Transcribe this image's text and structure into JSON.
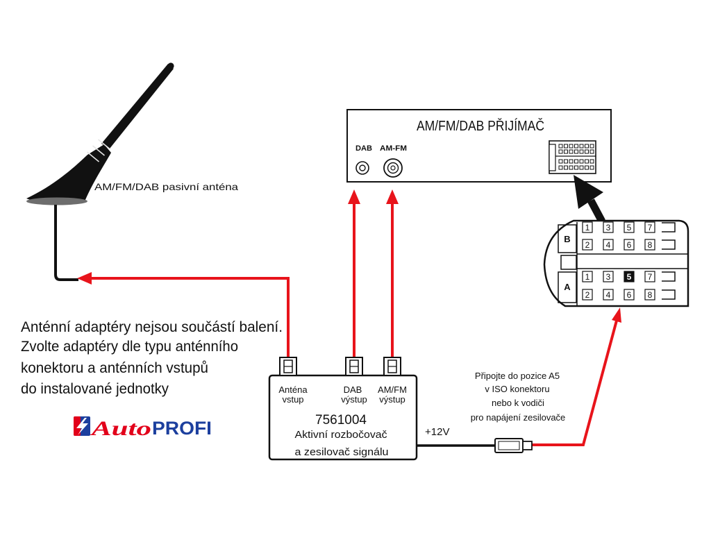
{
  "receiver": {
    "title": "AM/FM/DAB PŘIJÍMAČ",
    "dab_label": "DAB",
    "amfm_label": "AM-FM"
  },
  "antenna": {
    "label": "AM/FM/DAB pasivní anténa"
  },
  "note": {
    "lines": [
      "Anténní adaptéry nejsou součástí balení.",
      "Zvolte adaptéry dle typu anténního",
      "konektoru a anténních vstupů",
      "do instalované jednotky"
    ]
  },
  "logo": {
    "auto": "Auto",
    "profi": "PROFI"
  },
  "splitter": {
    "ports": [
      {
        "name": "Anténa",
        "role": "vstup"
      },
      {
        "name": "DAB",
        "role": "výstup"
      },
      {
        "name": "AM/FM",
        "role": "výstup"
      }
    ],
    "part_number": "7561004",
    "description": [
      "Aktivní rozbočovač",
      "a zesilovač signálu"
    ]
  },
  "power": {
    "label": "+12V",
    "instructions": [
      "Připojte do pozice A5",
      "v ISO konektoru",
      "nebo k vodiči",
      "pro napájení zesilovače"
    ]
  },
  "iso_connector": {
    "b_label": "B",
    "a_label": "A",
    "b_top": [
      "1",
      "3",
      "5",
      "7"
    ],
    "b_bottom": [
      "2",
      "4",
      "6",
      "8"
    ],
    "a_top": [
      {
        "n": "1"
      },
      {
        "n": "3"
      },
      {
        "n": "5",
        "active": true
      },
      {
        "n": "7"
      }
    ],
    "a_bottom": [
      "2",
      "4",
      "6",
      "8"
    ]
  },
  "colors": {
    "wire": "#e8141b",
    "ink": "#111111",
    "logo_red": "#e2001a",
    "logo_blue": "#1c3f9e"
  }
}
